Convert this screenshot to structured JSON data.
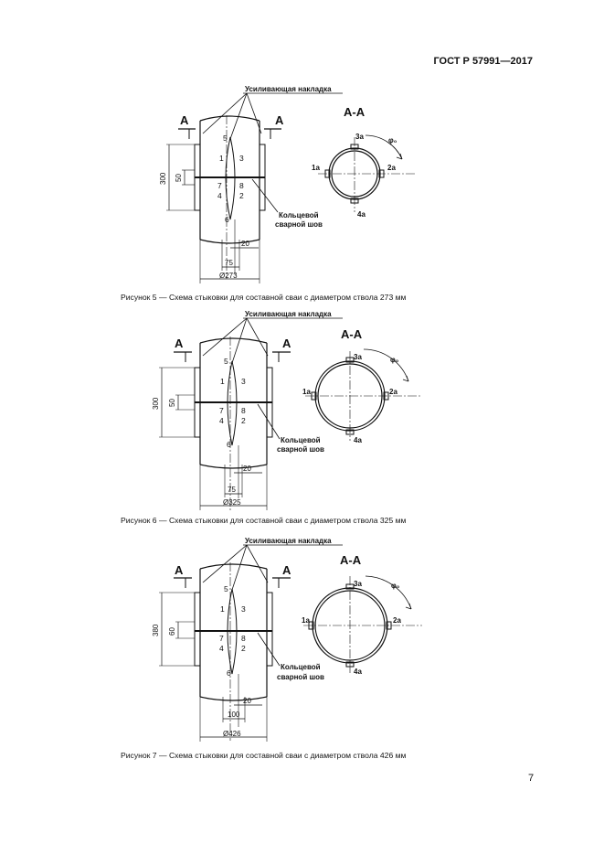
{
  "header": {
    "standard": "ГОСТ Р 57991—2017"
  },
  "page_number": "7",
  "figures": [
    {
      "caption": "Рисунок 5 — Схема стыковки для составной сваи с диаметром ствола 273 мм",
      "labels": {
        "overlay": "Усиливающая накладка",
        "section_left": "А",
        "section_right": "А",
        "section_title": "А-А",
        "weld_line1": "Кольцевой",
        "weld_line2": "сварной шов",
        "dim_total": "300",
        "dim_mid": "50",
        "dim_gap": "20",
        "dim_width": "75",
        "dim_diameter": "Ø273",
        "n1": "1",
        "n2": "2",
        "n3": "3",
        "n4": "4",
        "n5": "5",
        "n6": "6",
        "n7": "7",
        "n8": "8",
        "s1": "1а",
        "s2": "2а",
        "s3": "3а",
        "s4": "4а",
        "angle": "φ₀"
      }
    },
    {
      "caption": "Рисунок 6 — Схема стыковки для составной сваи с диаметром ствола 325 мм",
      "labels": {
        "overlay": "Усиливающая накладка",
        "section_left": "А",
        "section_right": "А",
        "section_title": "А-А",
        "weld_line1": "Кольцевой",
        "weld_line2": "сварной шов",
        "dim_total": "300",
        "dim_mid": "50",
        "dim_gap": "20",
        "dim_width": "75",
        "dim_diameter": "Ø325",
        "n1": "1",
        "n2": "2",
        "n3": "3",
        "n4": "4",
        "n5": "5",
        "n6": "6",
        "n7": "7",
        "n8": "8",
        "s1": "1а",
        "s2": "2а",
        "s3": "3а",
        "s4": "4а",
        "angle": "φ₀"
      }
    },
    {
      "caption": "Рисунок 7 — Схема стыковки для составной сваи с диаметром ствола 426 мм",
      "labels": {
        "overlay": "Усиливающая накладка",
        "section_left": "А",
        "section_right": "А",
        "section_title": "А-А",
        "weld_line1": "Кольцевой",
        "weld_line2": "сварной шов",
        "dim_total": "380",
        "dim_mid": "60",
        "dim_gap": "20",
        "dim_width": "100",
        "dim_diameter": "Ø426",
        "n1": "1",
        "n2": "2",
        "n3": "3",
        "n4": "4",
        "n5": "5",
        "n6": "6",
        "n7": "7",
        "n8": "8",
        "s1": "1а",
        "s2": "2а",
        "s3": "3а",
        "s4": "4а",
        "angle": "φ₀"
      }
    }
  ]
}
